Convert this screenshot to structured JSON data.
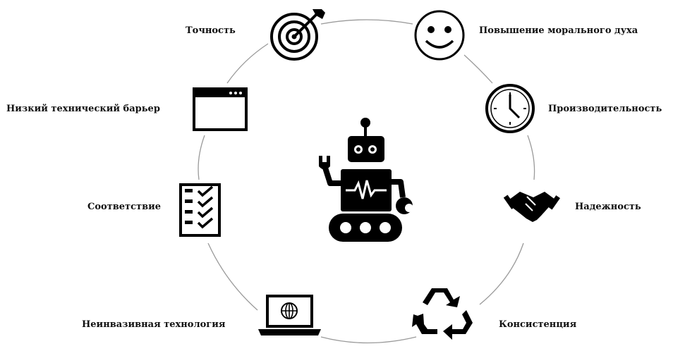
{
  "diagram": {
    "center": {
      "icon": "robot-icon"
    },
    "items": [
      {
        "label": "Точность",
        "icon": "target-icon"
      },
      {
        "label": "Повышение морального духа",
        "icon": "smiley-icon"
      },
      {
        "label": "Низкий технический барьер",
        "icon": "browser-window-icon"
      },
      {
        "label": "Производительность",
        "icon": "clock-icon"
      },
      {
        "label": "Соответствие",
        "icon": "checklist-icon"
      },
      {
        "label": "Надежность",
        "icon": "handshake-icon"
      },
      {
        "label": "Неинвазивная технология",
        "icon": "laptop-globe-icon"
      },
      {
        "label": "Консистенция",
        "icon": "recycle-icon"
      }
    ]
  },
  "colors": {
    "ink": "#000000",
    "ring": "#9a9a9a",
    "background": "#ffffff"
  }
}
